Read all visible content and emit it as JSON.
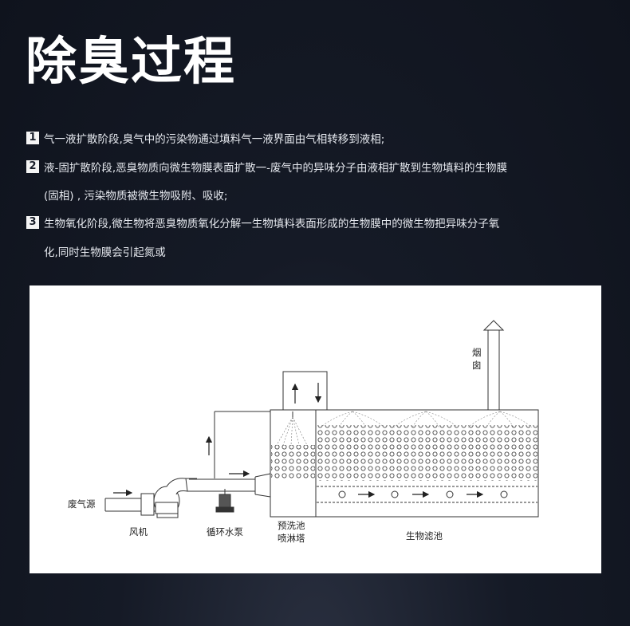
{
  "title": "除臭过程",
  "steps": [
    {
      "num": "1",
      "lines": [
        "气一液扩散阶段,臭气中的污染物通过填料气一液界面由气相转移到液相;"
      ]
    },
    {
      "num": "2",
      "lines": [
        "液-固扩散阶段,恶臭物质向微生物膜表面扩散一-废气中的异味分子由液相扩散到生物填料的生物膜",
        "(固相) , 污染物质被微生物吸附、吸收;"
      ]
    },
    {
      "num": "3",
      "lines": [
        "生物氧化阶段,微生物将恶臭物质氧化分解一生物填料表面形成的生物膜中的微生物把异味分子氧",
        "化,同时生物膜会引起氮或"
      ]
    }
  ],
  "diagram": {
    "labels": {
      "exhaust_source": "废气源",
      "fan": "风机",
      "pump": "循环水泵",
      "prewash_1": "预洗池",
      "prewash_2": "喷淋塔",
      "biofilter": "生物滤池",
      "chimney_1": "烟",
      "chimney_2": "囱"
    }
  }
}
